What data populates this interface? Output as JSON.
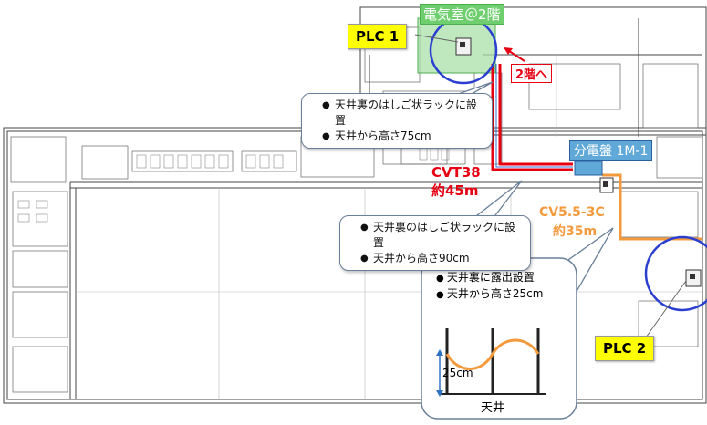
{
  "labels": {
    "electrical_room": "電気室＠2階",
    "to_second_floor": "2階へ",
    "plc1": "PLC 1",
    "plc2": "PLC 2",
    "distribution_board": "分電盤 1M-1",
    "cvt_name": "CVT38",
    "cvt_length": "約45m",
    "cv_name": "CV5.5-3C",
    "cv_length": "約35m",
    "height_dim": "25cm",
    "ceiling": "天井"
  },
  "callouts": {
    "top": [
      "天井裏のはしご状ラックに設置",
      "天井から高さ75cm"
    ],
    "middle": [
      "天井裏のはしご状ラックに設置",
      "天井から高さ90cm"
    ],
    "bottom": [
      "天井裏に露出設置",
      "天井から高さ25cm"
    ]
  },
  "colors": {
    "red_cable": "#e60012",
    "orange_cable": "#f39a3d",
    "blue_outline": "#2a3fd0",
    "callout_border": "#6a7f99",
    "distribution_board": "#5fa8d8",
    "electrical_room": "#9fd89f"
  }
}
